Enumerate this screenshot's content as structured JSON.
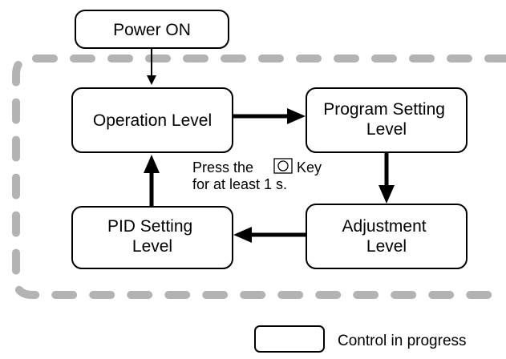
{
  "nodes": {
    "power_on": "Power ON",
    "operation_level": "Operation Level",
    "program_setting_level": [
      "Program Setting",
      "Level"
    ],
    "adjustment_level": [
      "Adjustment",
      "Level"
    ],
    "pid_setting_level": [
      "PID Setting",
      "Level"
    ]
  },
  "note": {
    "line1_before_key": "Press the",
    "key_icon": "mode-key-icon",
    "line1_after_key": "Key",
    "line2": "for at least 1 s."
  },
  "legend": {
    "label": "Control in progress"
  },
  "colors": {
    "box_stroke": "#000000",
    "dashed_frame": "#b3b3b3",
    "arrow": "#000000"
  }
}
